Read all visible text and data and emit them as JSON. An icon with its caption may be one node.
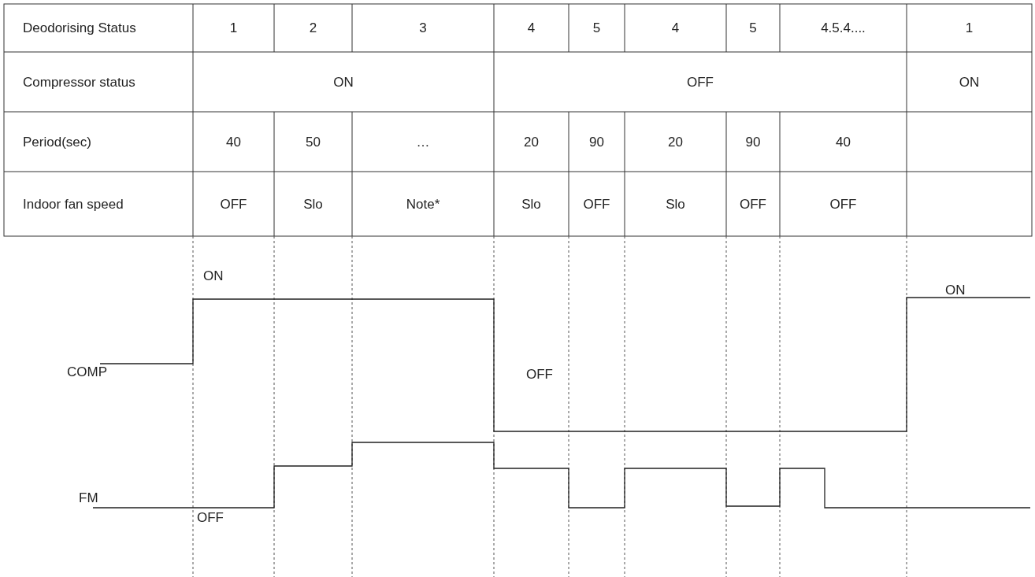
{
  "diagram": {
    "labels": [
      "Deodorising Status",
      "1",
      "2",
      "3",
      "4",
      "5",
      "4",
      "5",
      "4.5.4....",
      "1",
      "Compressor status",
      "ON",
      "OFF",
      "ON",
      "Period(sec)",
      "40",
      "50",
      "…",
      "20",
      "90",
      "20",
      "90",
      "40",
      "Indoor fan speed",
      "OFF",
      "Slo",
      "Note*",
      "Slo",
      "OFF",
      "Slo",
      "OFF",
      "OFF",
      "ON",
      "COMP",
      "OFF",
      "ON",
      "FM",
      "OFF"
    ]
  }
}
